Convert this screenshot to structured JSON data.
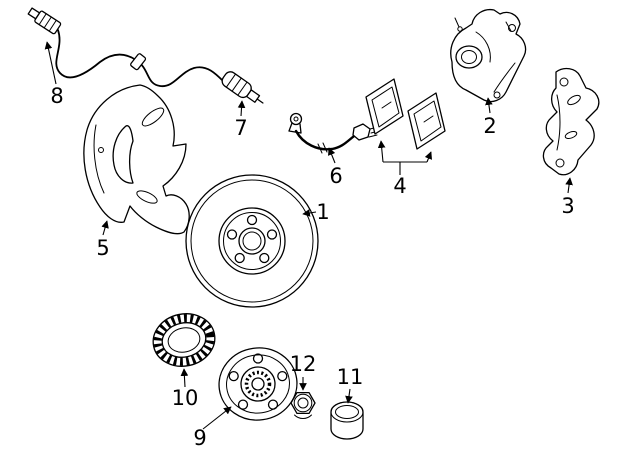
{
  "diagram": {
    "background_color": "#ffffff",
    "line_color": "#000000"
  },
  "callouts": [
    {
      "label": "1",
      "part": "brake-rotor"
    },
    {
      "label": "2",
      "part": "brake-caliper"
    },
    {
      "label": "3",
      "part": "caliper-mount-bracket"
    },
    {
      "label": "4",
      "part": "brake-pad-set"
    },
    {
      "label": "5",
      "part": "splash-shield"
    },
    {
      "label": "6",
      "part": "brake-hose"
    },
    {
      "label": "7",
      "part": "wheel-speed-sensor"
    },
    {
      "label": "8",
      "part": "sensor-cable"
    },
    {
      "label": "9",
      "part": "wheel-hub"
    },
    {
      "label": "10",
      "part": "abs-tone-ring"
    },
    {
      "label": "11",
      "part": "dust-cap"
    },
    {
      "label": "12",
      "part": "axle-nut"
    }
  ]
}
